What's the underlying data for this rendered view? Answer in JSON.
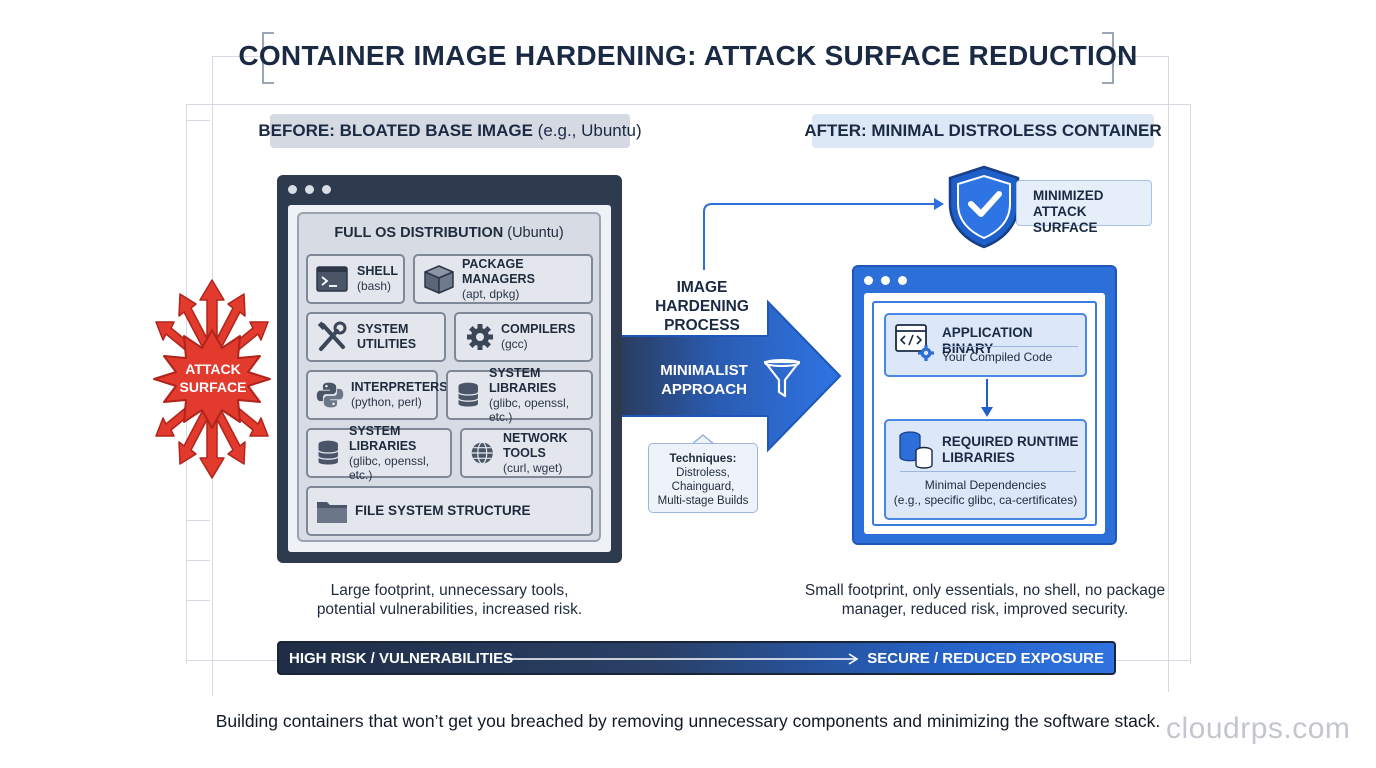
{
  "title": "CONTAINER IMAGE HARDENING: ATTACK SURFACE REDUCTION",
  "before": {
    "header_bold": "BEFORE: BLOATED BASE IMAGE",
    "header_light": " (e.g., Ubuntu)",
    "os_title_bold": "FULL OS DISTRIBUTION",
    "os_title_light": " (Ubuntu)",
    "components": [
      {
        "name": "SHELL",
        "sub": "(bash)",
        "icon": "terminal-icon"
      },
      {
        "name": "PACKAGE MANAGERS",
        "sub": "(apt, dpkg)",
        "icon": "package-icon"
      },
      {
        "name": "SYSTEM",
        "name2": "UTILITIES",
        "icon": "tools-icon"
      },
      {
        "name": "COMPILERS",
        "sub": "(gcc)",
        "icon": "gear-icon"
      },
      {
        "name": "INTERPRETERS",
        "sub": "(python, perl)",
        "icon": "python-icon"
      },
      {
        "name": "SYSTEM LIBRARIES",
        "sub": "(glibc, openssl, etc.)",
        "icon": "database-icon"
      },
      {
        "name": "SYSTEM LIBRARIES",
        "sub": "(glibc, openssl, etc.)",
        "icon": "database-icon"
      },
      {
        "name": "NETWORK TOOLS",
        "sub": "(curl, wget)",
        "icon": "globe-icon"
      },
      {
        "name": "FILE SYSTEM STRUCTURE",
        "icon": "folder-icon"
      }
    ],
    "caption_line1": "Large footprint, unnecessary tools,",
    "caption_line2": "potential vulnerabilities, increased risk."
  },
  "attack_surface": {
    "line1": "ATTACK",
    "line2": "SURFACE"
  },
  "process": {
    "line1": "IMAGE",
    "line2": "HARDENING",
    "line3": "PROCESS",
    "approach_line1": "MINIMALIST",
    "approach_line2": "APPROACH",
    "techniques_title": "Techniques:",
    "techniques": [
      "Distroless,",
      "Chainguard,",
      "Multi-stage Builds"
    ]
  },
  "after": {
    "header": "AFTER: MINIMAL DISTROLESS CONTAINER",
    "badge_line1": "MINIMIZED",
    "badge_line2": "ATTACK SURFACE",
    "app_name": "APPLICATION BINARY",
    "app_sub": "Your Compiled Code",
    "lib_name1": "REQUIRED RUNTIME",
    "lib_name2": "LIBRARIES",
    "lib_sub1": "Minimal Dependencies",
    "lib_sub2": "(e.g., specific glibc, ca-certificates)",
    "caption_line1": "Small footprint, only essentials, no shell, no package",
    "caption_line2": "manager, reduced risk, improved security."
  },
  "risk_bar": {
    "left": "HIGH RISK / VULNERABILITIES",
    "right": "SECURE / REDUCED EXPOSURE"
  },
  "footer": "Building containers that won’t get you breached by removing unnecessary components and minimizing the software stack.",
  "watermark": "cloudrps.com",
  "colors": {
    "dark_navy": "#2e3a4e",
    "accent_blue": "#2d6fd9",
    "attack_red": "#e23b2e"
  }
}
